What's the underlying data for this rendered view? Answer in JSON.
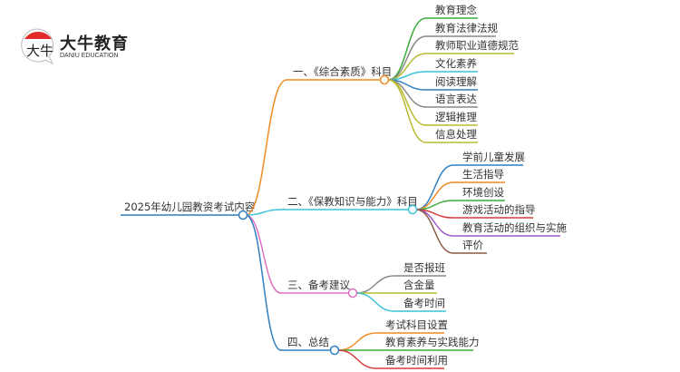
{
  "logo": {
    "title": "大牛教育",
    "subtitle": "DANIU EDUCATION",
    "mark_text": "大牛"
  },
  "root": "2025年幼儿园教资考试内容",
  "branches": [
    {
      "label": "一、《综合素质》科目",
      "children": [
        "教育理念",
        "教育法律法规",
        "教师职业道德规范",
        "文化素养",
        "阅读理解",
        "语言表达",
        "逻辑推理",
        "信息处理"
      ]
    },
    {
      "label": "二、《保教知识与能力》科目",
      "children": [
        "学前儿童发展",
        "生活指导",
        "环境创设",
        "游戏活动的指导",
        "教育活动的组织与实施",
        "评价"
      ]
    },
    {
      "label": "三、备考建议",
      "children": [
        "是否报班",
        "含金量",
        "备考时间"
      ]
    },
    {
      "label": "四、总结",
      "children": [
        "考试科目设置",
        "教育素养与实践能力",
        "备考时间利用"
      ]
    }
  ]
}
